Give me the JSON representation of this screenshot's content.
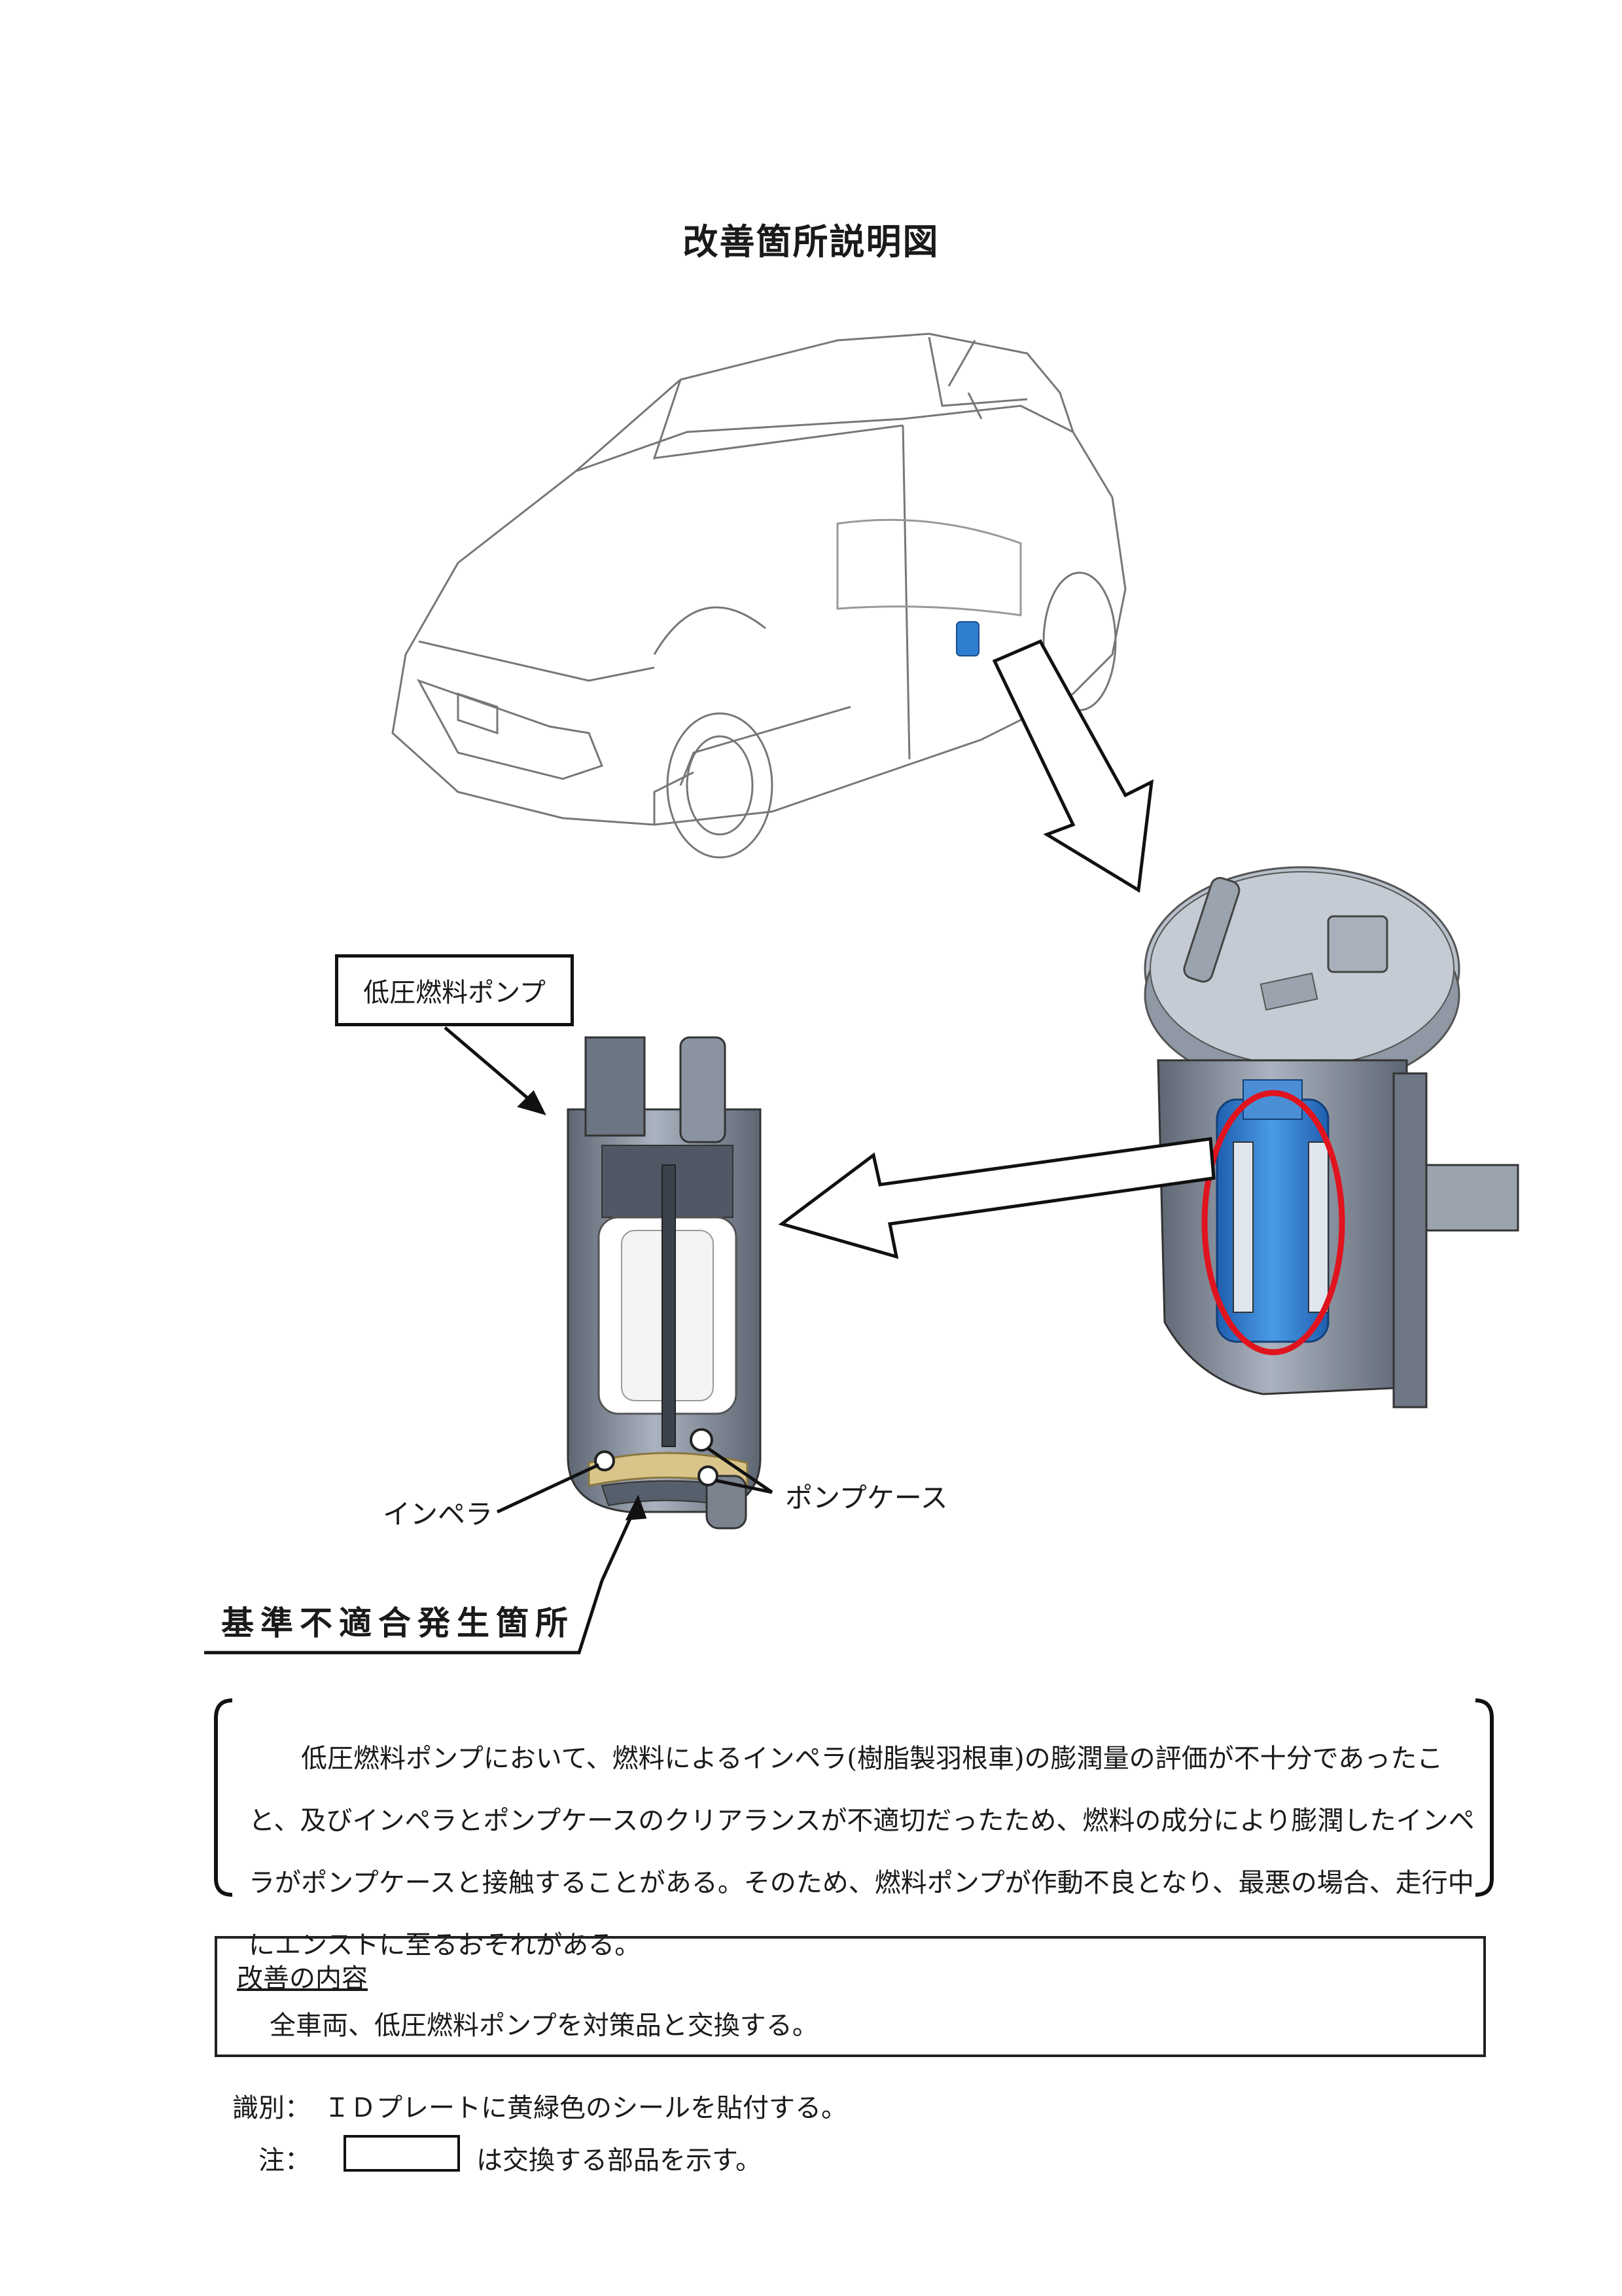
{
  "title": "改善箇所説明図",
  "part_label": "低圧燃料ポンプ",
  "callouts": {
    "impeller": "インペラ",
    "pump_case": "ポンプケース"
  },
  "nonconformity_label": "基準不適合発生箇所",
  "description": "低圧燃料ポンプにおいて、燃料によるインペラ(樹脂製羽根車)の膨潤量の評価が不十分であったこと、及びインペラとポンプケースのクリアランスが不適切だったため、燃料の成分により膨潤したインペラがポンプケースと接触することがある。そのため、燃料ポンプが作動不良となり、最悪の場合、走行中にエンストに至るおそれがある。",
  "improvement": {
    "heading": "改善の内容",
    "text": "全車両、低圧燃料ポンプを対策品と交換する。"
  },
  "identification": "識別：　ＩＤプレートに黄緑色のシールを貼付する。",
  "note": {
    "label": "注：",
    "text": "は交換する部品を示す。"
  },
  "colors": {
    "highlight_blue": "#2f7fd0",
    "highlight_ring": "#e0141e",
    "part_gray": "#8c95a3",
    "impeller_tan": "#d9c48a"
  }
}
